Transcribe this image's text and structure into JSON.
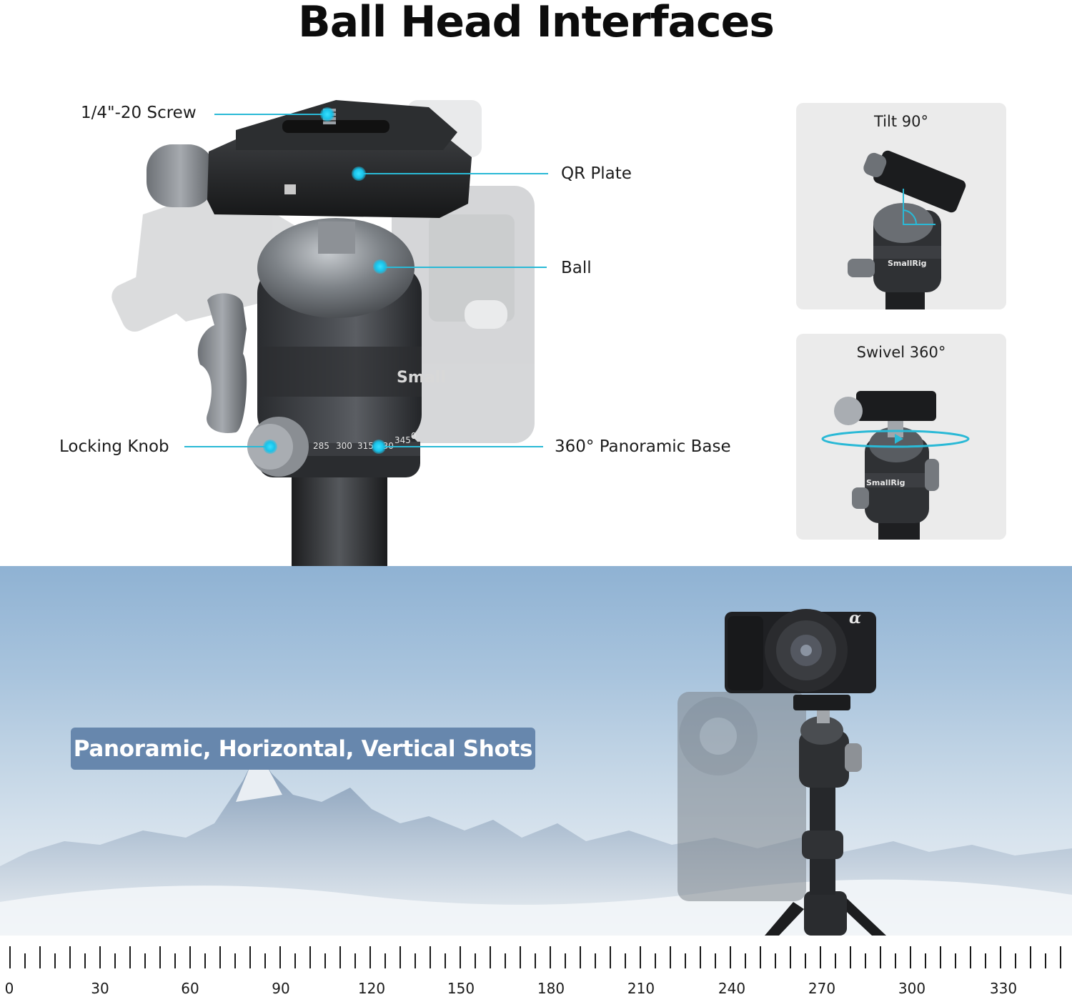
{
  "title": "Ball Head Interfaces",
  "accent_color": "#2ab9d6",
  "callouts": [
    {
      "id": "screw",
      "label": "1/4\"-20 Screw"
    },
    {
      "id": "qr-plate",
      "label": "QR Plate"
    },
    {
      "id": "ball",
      "label": "Ball"
    },
    {
      "id": "locking-knob",
      "label": "Locking Knob"
    },
    {
      "id": "panoramic-base",
      "label": "360° Panoramic Base"
    }
  ],
  "base_scale_marks": [
    "285",
    "300",
    "315",
    "330",
    "345",
    "0"
  ],
  "brand_mark": "SmallRig",
  "feature_cards": [
    {
      "title": "Tilt 90°"
    },
    {
      "title": "Swivel 360°"
    }
  ],
  "banner": {
    "badge_text": "Panoramic, Horizontal, Vertical Shots",
    "badge_color": "#6787ad",
    "camera_logo": "α"
  },
  "ruler": {
    "labels": [
      "0",
      "30",
      "60",
      "90",
      "120",
      "150",
      "180",
      "210",
      "240",
      "270",
      "300",
      "330"
    ]
  }
}
